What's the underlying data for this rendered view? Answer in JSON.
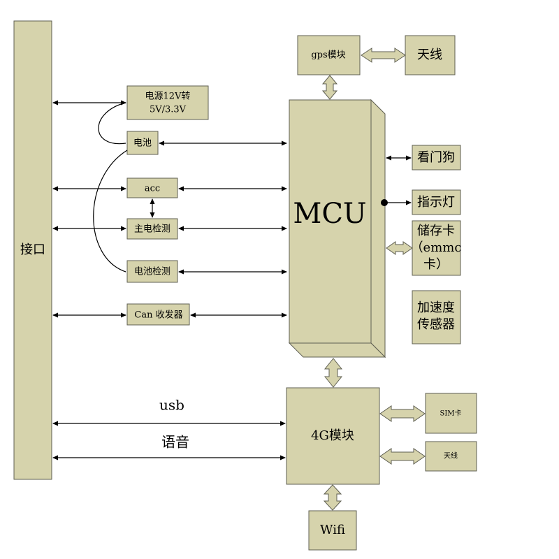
{
  "labels": {
    "interface": "接口",
    "power_convert_line1": "电源12V转",
    "power_convert_line2": "5V/3.3V",
    "battery": "电池",
    "acc": "acc",
    "main_power_detect": "主电检测",
    "battery_detect": "电池检测",
    "can_transceiver": "Can 收发器",
    "gps_module": "gps模块",
    "antenna_top": "天线",
    "mcu": "MCU",
    "watchdog": "看门狗",
    "indicator_light": "指示灯",
    "storage_card_line1": "储存卡",
    "storage_card_line2": "（emmc",
    "storage_card_line3": "卡）",
    "accel_sensor_line1": "加速度",
    "accel_sensor_line2": "传感器",
    "module_4g": "4G模块",
    "sim_card": "SIM卡",
    "antenna_bottom": "天线",
    "wifi": "Wifi",
    "usb": "usb",
    "voice": "语音"
  },
  "colors": {
    "box_fill": "#d6d3ac",
    "box_stroke": "#5f5f52",
    "line": "#000000"
  }
}
